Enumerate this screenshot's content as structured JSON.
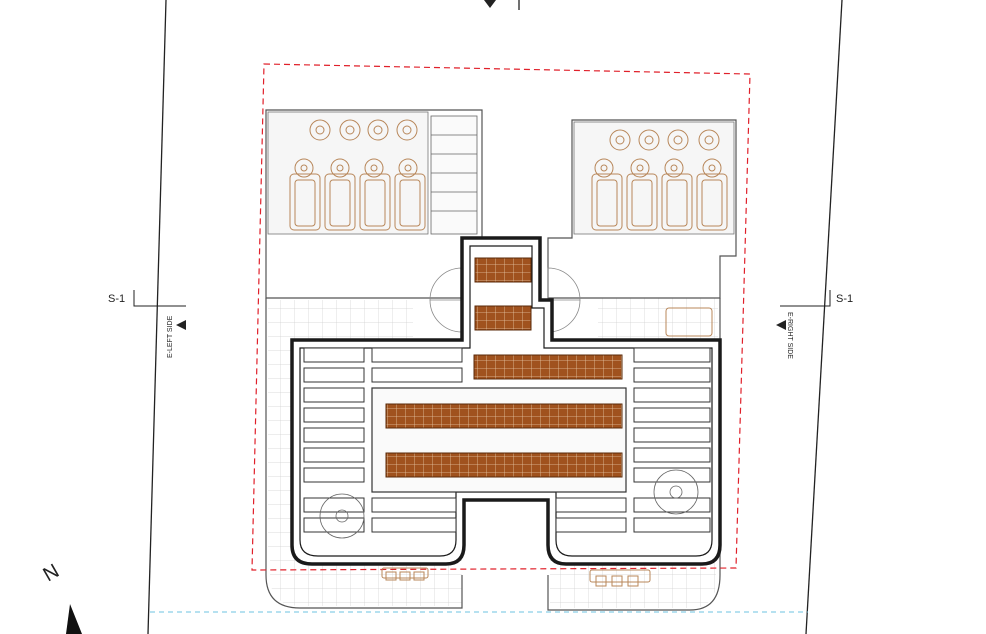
{
  "labels": {
    "section_left": "S-1",
    "section_right": "S-1",
    "elevation_left": "E-LEFT SIDE",
    "elevation_right": "E-RIGHT SIDE",
    "north": "N"
  },
  "colors": {
    "line": "#2a2a2a",
    "light_line": "#8a8a8a",
    "tile": "#c9c9c9",
    "boundary": "#e0202a",
    "furniture": "#b8875a",
    "panel_fill": "#a0521e",
    "panel_grid": "#e8c9a8",
    "road_line": "#6cc3e0"
  }
}
